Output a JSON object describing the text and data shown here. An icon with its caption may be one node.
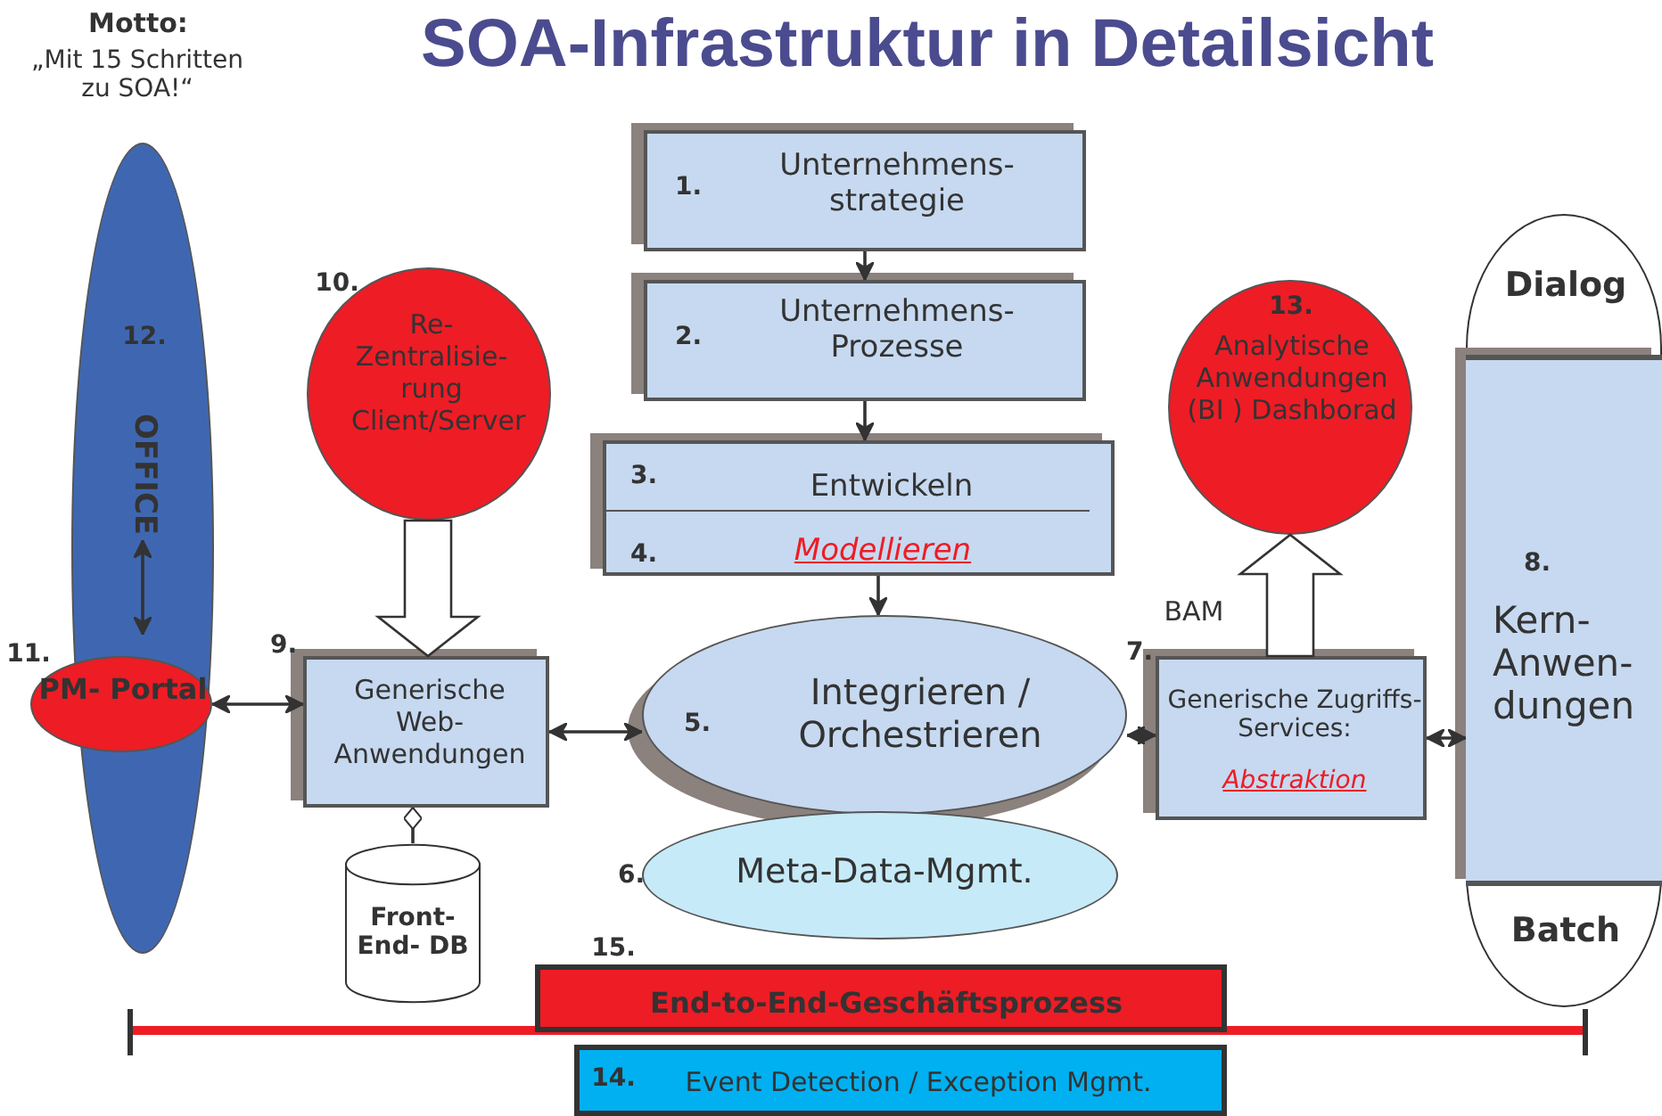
{
  "diagram": {
    "title": "SOA-Infrastruktur in Detailsicht",
    "nodes": [
      {
        "text": [
          "12.",
          "OFFICE"
        ]
      },
      {
        "text": [
          "11.",
          "PM- Portal"
        ]
      },
      {
        "text": [
          "10.",
          "Re- Zentralisie- rung Client/Server"
        ]
      },
      {
        "text": [
          "1.",
          "Unternehmens- strategie"
        ]
      },
      {
        "text": [
          "2.",
          "Unternehmens- Prozesse"
        ]
      },
      {
        "text": [
          "3.",
          "Entwickeln",
          "4.",
          "Modellieren"
        ]
      },
      {
        "text": [
          "9.",
          "Generische Web- Anwendungen"
        ]
      },
      {
        "text": [
          "5.",
          "Integrieren / Orchestrieren"
        ]
      },
      {
        "text": [
          "6.",
          "Meta-Data-Mgmt."
        ]
      },
      {
        "text": [
          "13.",
          "Analytische Anwendungen (BI ) Dashborad"
        ]
      },
      {
        "text": [
          "7.",
          "Generische Zugriffs-Services:",
          "Abstraktion"
        ]
      },
      {
        "text": [
          "Dialog",
          "8.",
          "Kern- Anwen- dungen",
          "Batch"
        ]
      },
      {
        "text": [
          "Front- End- DB"
        ]
      },
      {
        "text": [
          "15.",
          "End-to-End-Geschäftsprozess"
        ]
      },
      {
        "text": [
          "14.",
          "Event Detection / Exception Mgmt."
        ]
      }
    ],
    "edges": [
      {
        "from": 0,
        "to": 1,
        "arrow": "both"
      },
      {
        "from": 1,
        "to": 6,
        "arrow": "both"
      },
      {
        "from": 2,
        "to": 6,
        "arrow": "to"
      },
      {
        "from": 3,
        "to": 4,
        "arrow": "to"
      },
      {
        "from": 4,
        "to": 5,
        "arrow": "to"
      },
      {
        "from": 5,
        "to": 7,
        "arrow": "to"
      },
      {
        "from": 7,
        "to": 6,
        "arrow": "both"
      },
      {
        "from": 6,
        "to": 12,
        "arrow": "other"
      },
      {
        "from": 7,
        "to": 10,
        "arrow": "both"
      },
      {
        "from": 10,
        "to": 11,
        "arrow": "both"
      },
      {
        "from": 10,
        "to": 9,
        "arrow": "to",
        "label": "BAM"
      }
    ],
    "labels": [
      "Motto:",
      "„Mit 15 Schritten zu SOA!“"
    ]
  }
}
